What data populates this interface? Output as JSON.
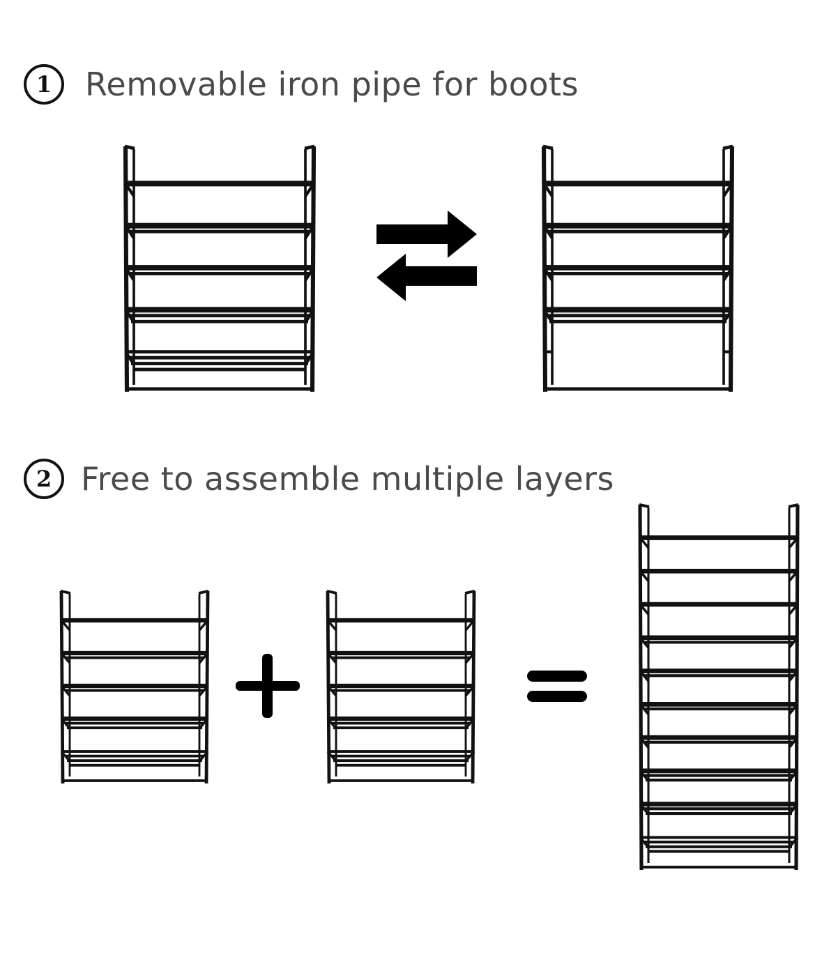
{
  "sections": [
    {
      "number": "1",
      "title": "Removable iron pipe for boots",
      "operator": "swap-arrows-icon",
      "racks": [
        {
          "label": "5-tier shoe rack",
          "tiers": 5,
          "removed_tiers": []
        },
        {
          "label": "5-tier shoe rack with tier removed for boots",
          "tiers": 5,
          "removed_tiers": [
            4
          ]
        }
      ]
    },
    {
      "number": "2",
      "title": "Free to assemble multiple layers",
      "operators": [
        "plus-icon",
        "equals-icon"
      ],
      "racks": [
        {
          "label": "5-tier shoe rack",
          "tiers": 5,
          "removed_tiers": []
        },
        {
          "label": "5-tier shoe rack",
          "tiers": 5,
          "removed_tiers": []
        },
        {
          "label": "10-tier combined shoe rack",
          "tiers": 10,
          "removed_tiers": []
        }
      ]
    }
  ],
  "colors": {
    "frame": "#111111",
    "heading_text": "#4a4a4a",
    "background": "#ffffff"
  }
}
